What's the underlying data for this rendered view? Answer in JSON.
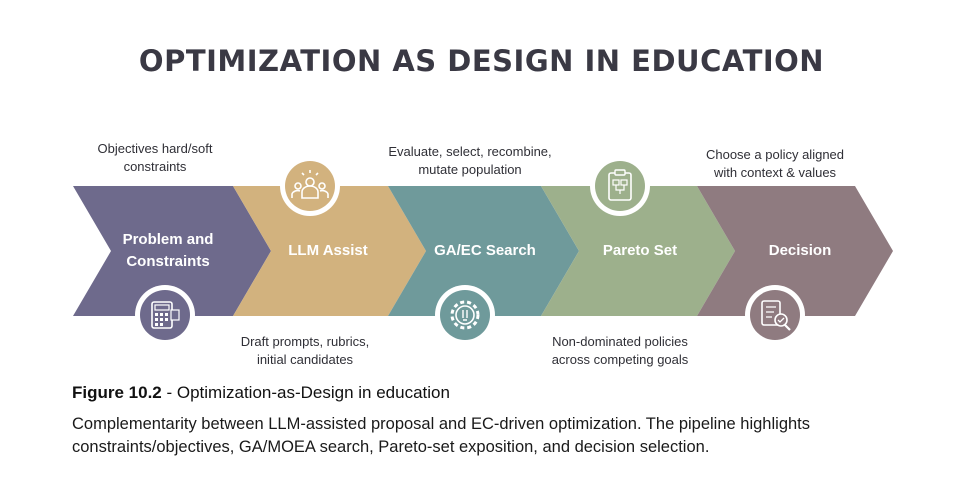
{
  "title": "OPTIMIZATION AS DESIGN IN EDUCATION",
  "steps": [
    {
      "label": "Problem and\nConstraints",
      "color": "#6e6a8c",
      "icon": "calculator-document-icon"
    },
    {
      "label": "LLM Assist",
      "color": "#d2b27e",
      "icon": "people-group-icon"
    },
    {
      "label": "GA/EC Search",
      "color": "#6f9a9b",
      "icon": "gear-lightbulb-icon"
    },
    {
      "label": "Pareto Set",
      "color": "#9db08c",
      "icon": "clipboard-flowchart-icon"
    },
    {
      "label": "Decision",
      "color": "#8f7b80",
      "icon": "checklist-magnifier-icon"
    }
  ],
  "notes": {
    "top1": "Objectives hard/soft\nconstraints",
    "top2": "Evaluate, select, recombine,\nmutate population",
    "top3": "Choose a policy aligned\nwith context & values",
    "bottom1": "Draft prompts, rubrics,\ninitial candidates",
    "bottom2": "Non-dominated policies\nacross competing goals"
  },
  "caption": {
    "figure_number": "Figure 10.2",
    "figure_title": " - Optimization-as-Design in education",
    "text": "Complementarity between LLM-assisted proposal and EC-driven optimization. The pipeline highlights constraints/objectives, GA/MOEA search, Pareto-set exposition, and decision selection."
  }
}
